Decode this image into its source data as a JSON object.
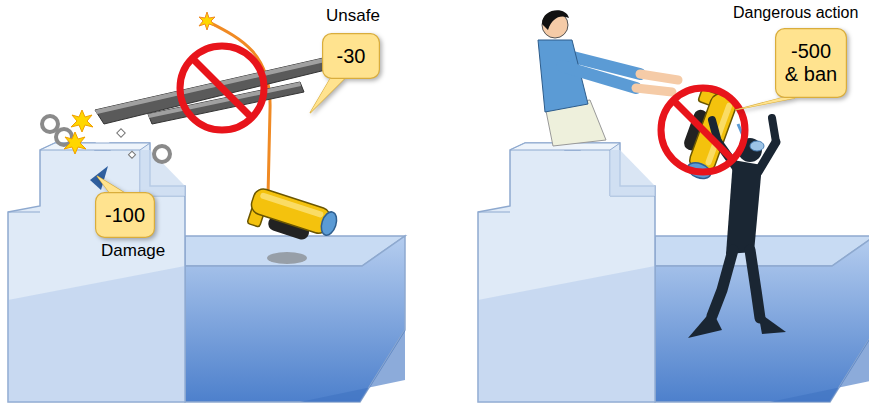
{
  "diagram": {
    "nodes": [
      {
        "text": [
          "Unsafe",
          "-30"
        ]
      },
      {
        "text": [
          "-100",
          "Damage"
        ]
      },
      {
        "text": [
          "Dangerous action",
          "-500 & ban"
        ]
      }
    ]
  }
}
